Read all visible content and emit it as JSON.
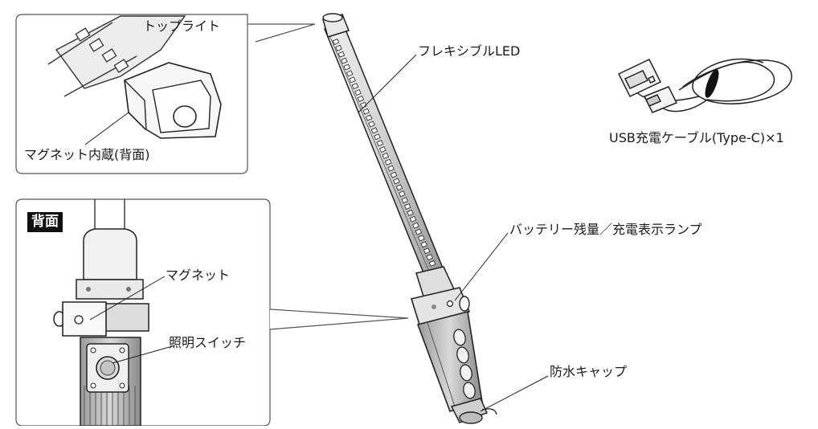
{
  "labels": {
    "top_light": "トップライト",
    "flexible_led": "フレキシブルLED",
    "usb_cable": "USB充電ケーブル(Type-C)×1",
    "magnet_builtin": "マグネット内蔵(背面)",
    "back_tag": "背面",
    "magnet": "マグネット",
    "battery_lamp": "バッテリー残量／充電表示ランプ",
    "light_switch": "照明スイッチ",
    "waterproof_cap": "防水キャップ"
  }
}
